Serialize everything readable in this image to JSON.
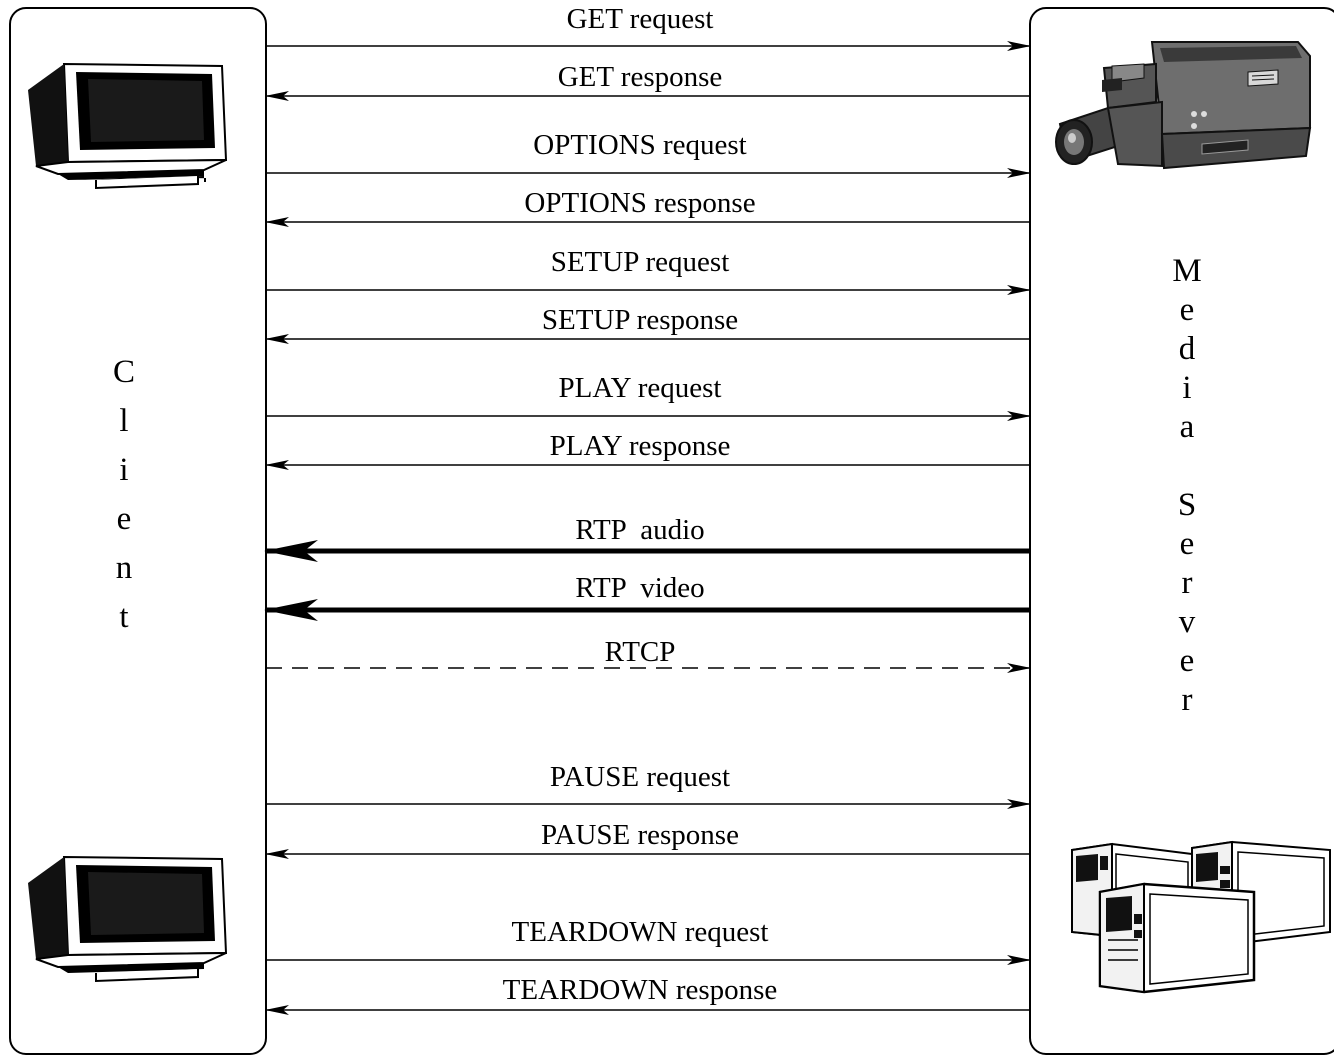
{
  "client": {
    "label_letters": [
      "C",
      "l",
      "i",
      "e",
      "n",
      "t"
    ],
    "icon": "desktop-computer-icon"
  },
  "server": {
    "label_letters": [
      "M",
      "e",
      "d",
      "i",
      "a",
      "",
      "S",
      "e",
      "r",
      "v",
      "e",
      "r"
    ],
    "icons": [
      "camcorder-icon",
      "server-towers-icon"
    ]
  },
  "messages": [
    {
      "label": "GET request",
      "direction": "to-server",
      "style": "thin"
    },
    {
      "label": "GET response",
      "direction": "to-client",
      "style": "thin"
    },
    {
      "label": "OPTIONS request",
      "direction": "to-server",
      "style": "thin"
    },
    {
      "label": "OPTIONS response",
      "direction": "to-client",
      "style": "thin"
    },
    {
      "label": "SETUP request",
      "direction": "to-server",
      "style": "thin"
    },
    {
      "label": "SETUP response",
      "direction": "to-client",
      "style": "thin"
    },
    {
      "label": "PLAY request",
      "direction": "to-server",
      "style": "thin"
    },
    {
      "label": "PLAY response",
      "direction": "to-client",
      "style": "thin"
    },
    {
      "label": "RTP  audio",
      "direction": "to-client",
      "style": "thick"
    },
    {
      "label": "RTP  video",
      "direction": "to-client",
      "style": "thick"
    },
    {
      "label": "RTCP",
      "direction": "to-server",
      "style": "dashed"
    },
    {
      "label": "PAUSE request",
      "direction": "to-server",
      "style": "thin"
    },
    {
      "label": "PAUSE response",
      "direction": "to-client",
      "style": "thin"
    },
    {
      "label": "TEARDOWN request",
      "direction": "to-server",
      "style": "thin"
    },
    {
      "label": "TEARDOWN response",
      "direction": "to-client",
      "style": "thin"
    }
  ]
}
